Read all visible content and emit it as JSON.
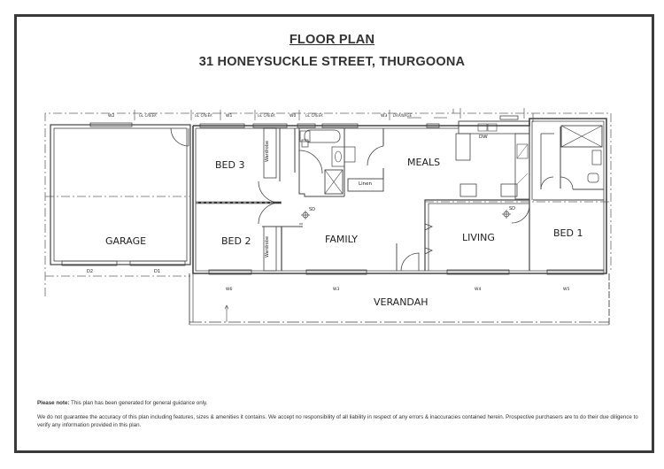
{
  "header": {
    "title": "FLOOR PLAN",
    "address": "31 HONEYSUCKLE STREET, THURGOONA"
  },
  "plan": {
    "rooms": [
      {
        "id": "garage",
        "label": "GARAGE"
      },
      {
        "id": "bed3",
        "label": "BED 3"
      },
      {
        "id": "bed2",
        "label": "BED 2"
      },
      {
        "id": "family",
        "label": "FAMILY"
      },
      {
        "id": "meals",
        "label": "MEALS"
      },
      {
        "id": "living",
        "label": "LIVING"
      },
      {
        "id": "bed1",
        "label": "BED 1"
      },
      {
        "id": "verandah",
        "label": "VERANDAH"
      }
    ],
    "fixtures": {
      "wardrobe_bed3": "Wardrobe",
      "wardrobe_bed2": "Wardrobe",
      "linen": "Linen",
      "dishwasher": "DW",
      "smoke_detector_family": "SD",
      "smoke_detector_living": "SD"
    },
    "window_codes": {
      "garage_top": "W2",
      "bed3_top": "W1",
      "bath_top": "W0",
      "meals_top": "W3",
      "garage_door_2": "D2",
      "garage_door_1": "D1",
      "bed2_bottom": "W6",
      "family_bottom": "W3",
      "living_bottom": "W4",
      "bed1_bottom": "W5"
    },
    "annotations": {
      "a1": "GL CREEK",
      "a2": "GL CREEK",
      "a3": "GL CREEK",
      "a4": "GL CREEK",
      "a5": "DRAINAGE"
    }
  },
  "disclaimer": {
    "note_label": "Please note:",
    "note_text": " This plan has been generated for general guidance only.",
    "body": "We do not guarantee the accuracy of this plan including features, sizes & amenities it contains. We accept no responsibility of all liability in respect of any errors & inaccuracies contained herein. Prospective purchasers are to do their due diligence to verify any information provided in this plan."
  }
}
